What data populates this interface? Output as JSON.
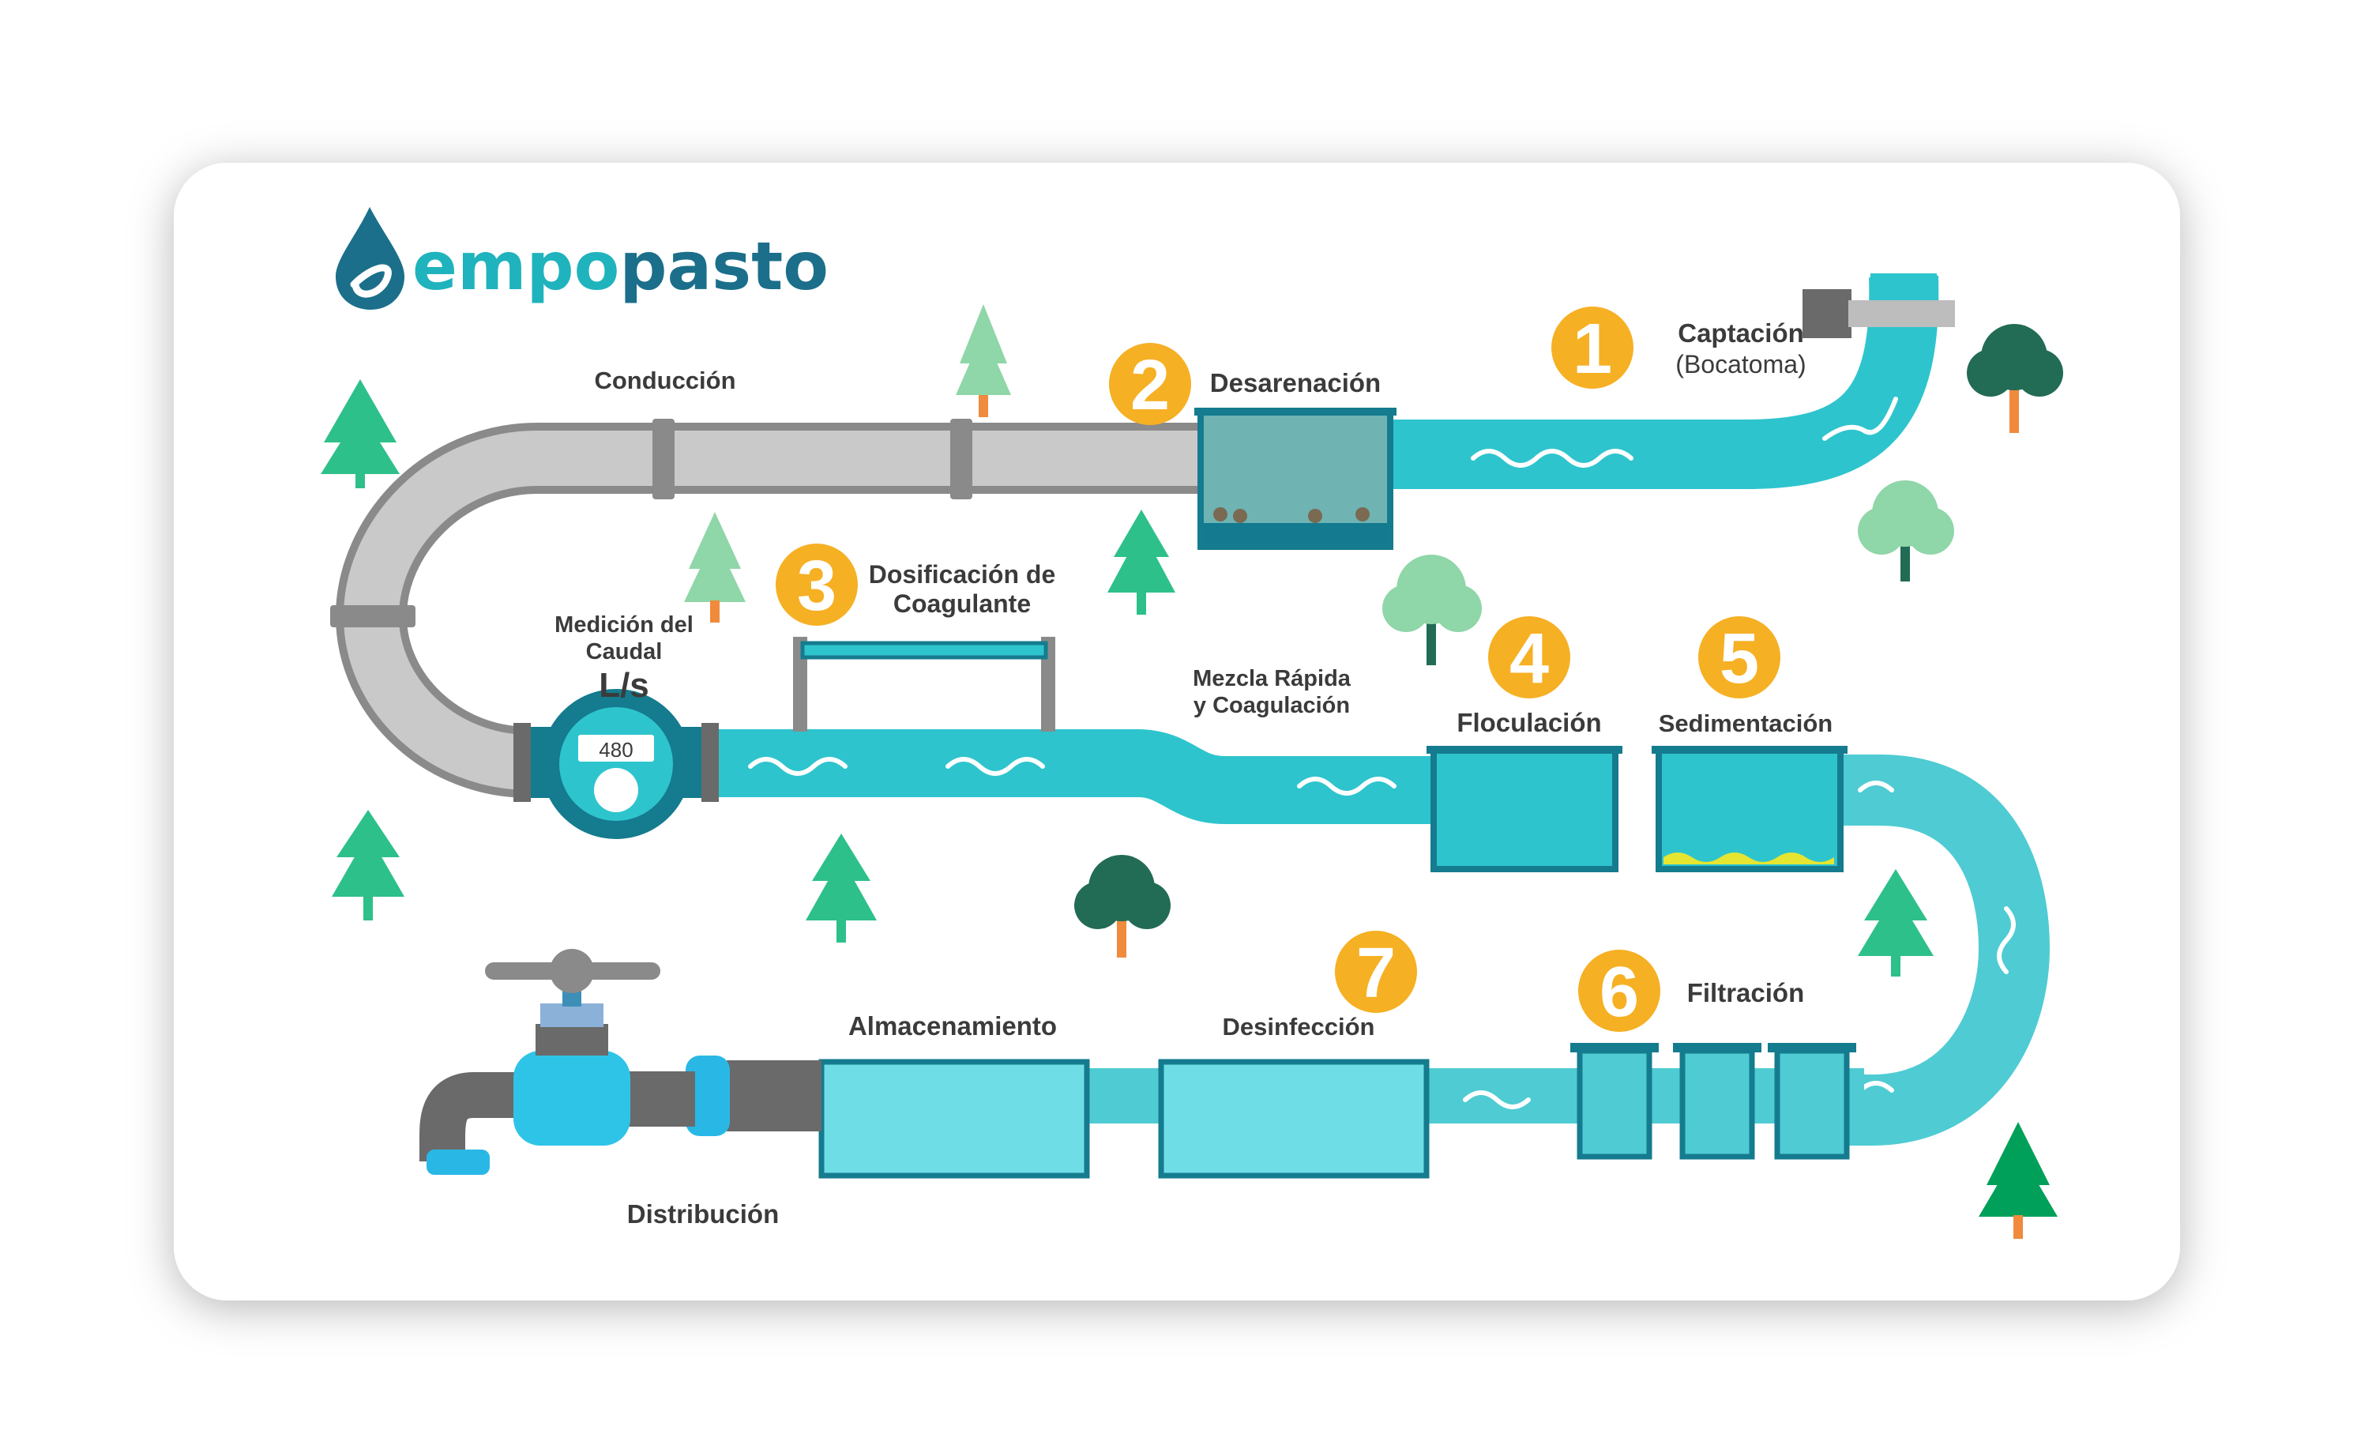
{
  "brand": {
    "name_part1": "empo",
    "name_part2": "pasto",
    "color_dark": "#1b6f8a",
    "color_light": "#1fb3bd"
  },
  "colors": {
    "water": "#2ec4cd",
    "water_light": "#6fdde6",
    "pipe": "#c9c9c9",
    "pipe_border": "#8a8a8a",
    "badge": "#f6b024",
    "tank_border": "#157b8e",
    "tree_dark": "#226b55",
    "tree_green": "#2ec08a",
    "tree_light": "#8fd6a8",
    "trunk": "#f08a3c"
  },
  "meter": {
    "value": "480",
    "unit": "L/s"
  },
  "labels": {
    "conduccion": "Conducción",
    "desarenacion": "Desarenación",
    "captacion": "Captación",
    "bocatoma": "(Bocatoma)",
    "dosificacion_1": "Dosificación de",
    "dosificacion_2": "Coagulante",
    "medicion_1": "Medición del",
    "medicion_2": "Caudal",
    "mezcla_1": "Mezcla Rápida",
    "mezcla_2": "y Coagulación",
    "floculacion": "Floculación",
    "sedimentacion": "Sedimentación",
    "filtracion": "Filtración",
    "desinfeccion": "Desinfección",
    "almacenamiento": "Almacenamiento",
    "distribucion": "Distribución"
  },
  "steps": [
    "1",
    "2",
    "3",
    "4",
    "5",
    "6",
    "7"
  ]
}
